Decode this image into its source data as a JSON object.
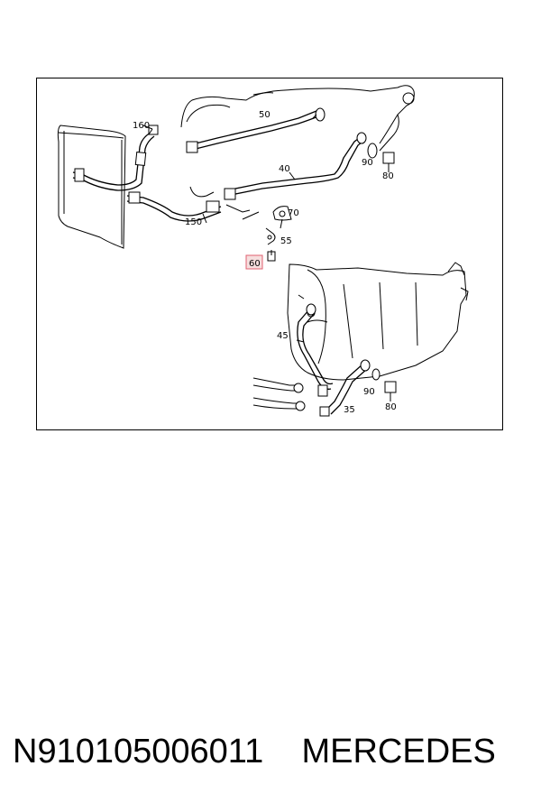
{
  "callouts": {
    "c160": "160",
    "c150": "150",
    "c50": "50",
    "c40": "40",
    "c90a": "90",
    "c80a": "80",
    "c70": "70",
    "c55": "55",
    "c60": "60",
    "c45": "45",
    "c90b": "90",
    "c80b": "80",
    "c35": "35"
  },
  "highlight": {
    "callout": "60",
    "color": "#e06070"
  },
  "caption": {
    "part_number": "N910105006011",
    "brand": "MERCEDES"
  }
}
